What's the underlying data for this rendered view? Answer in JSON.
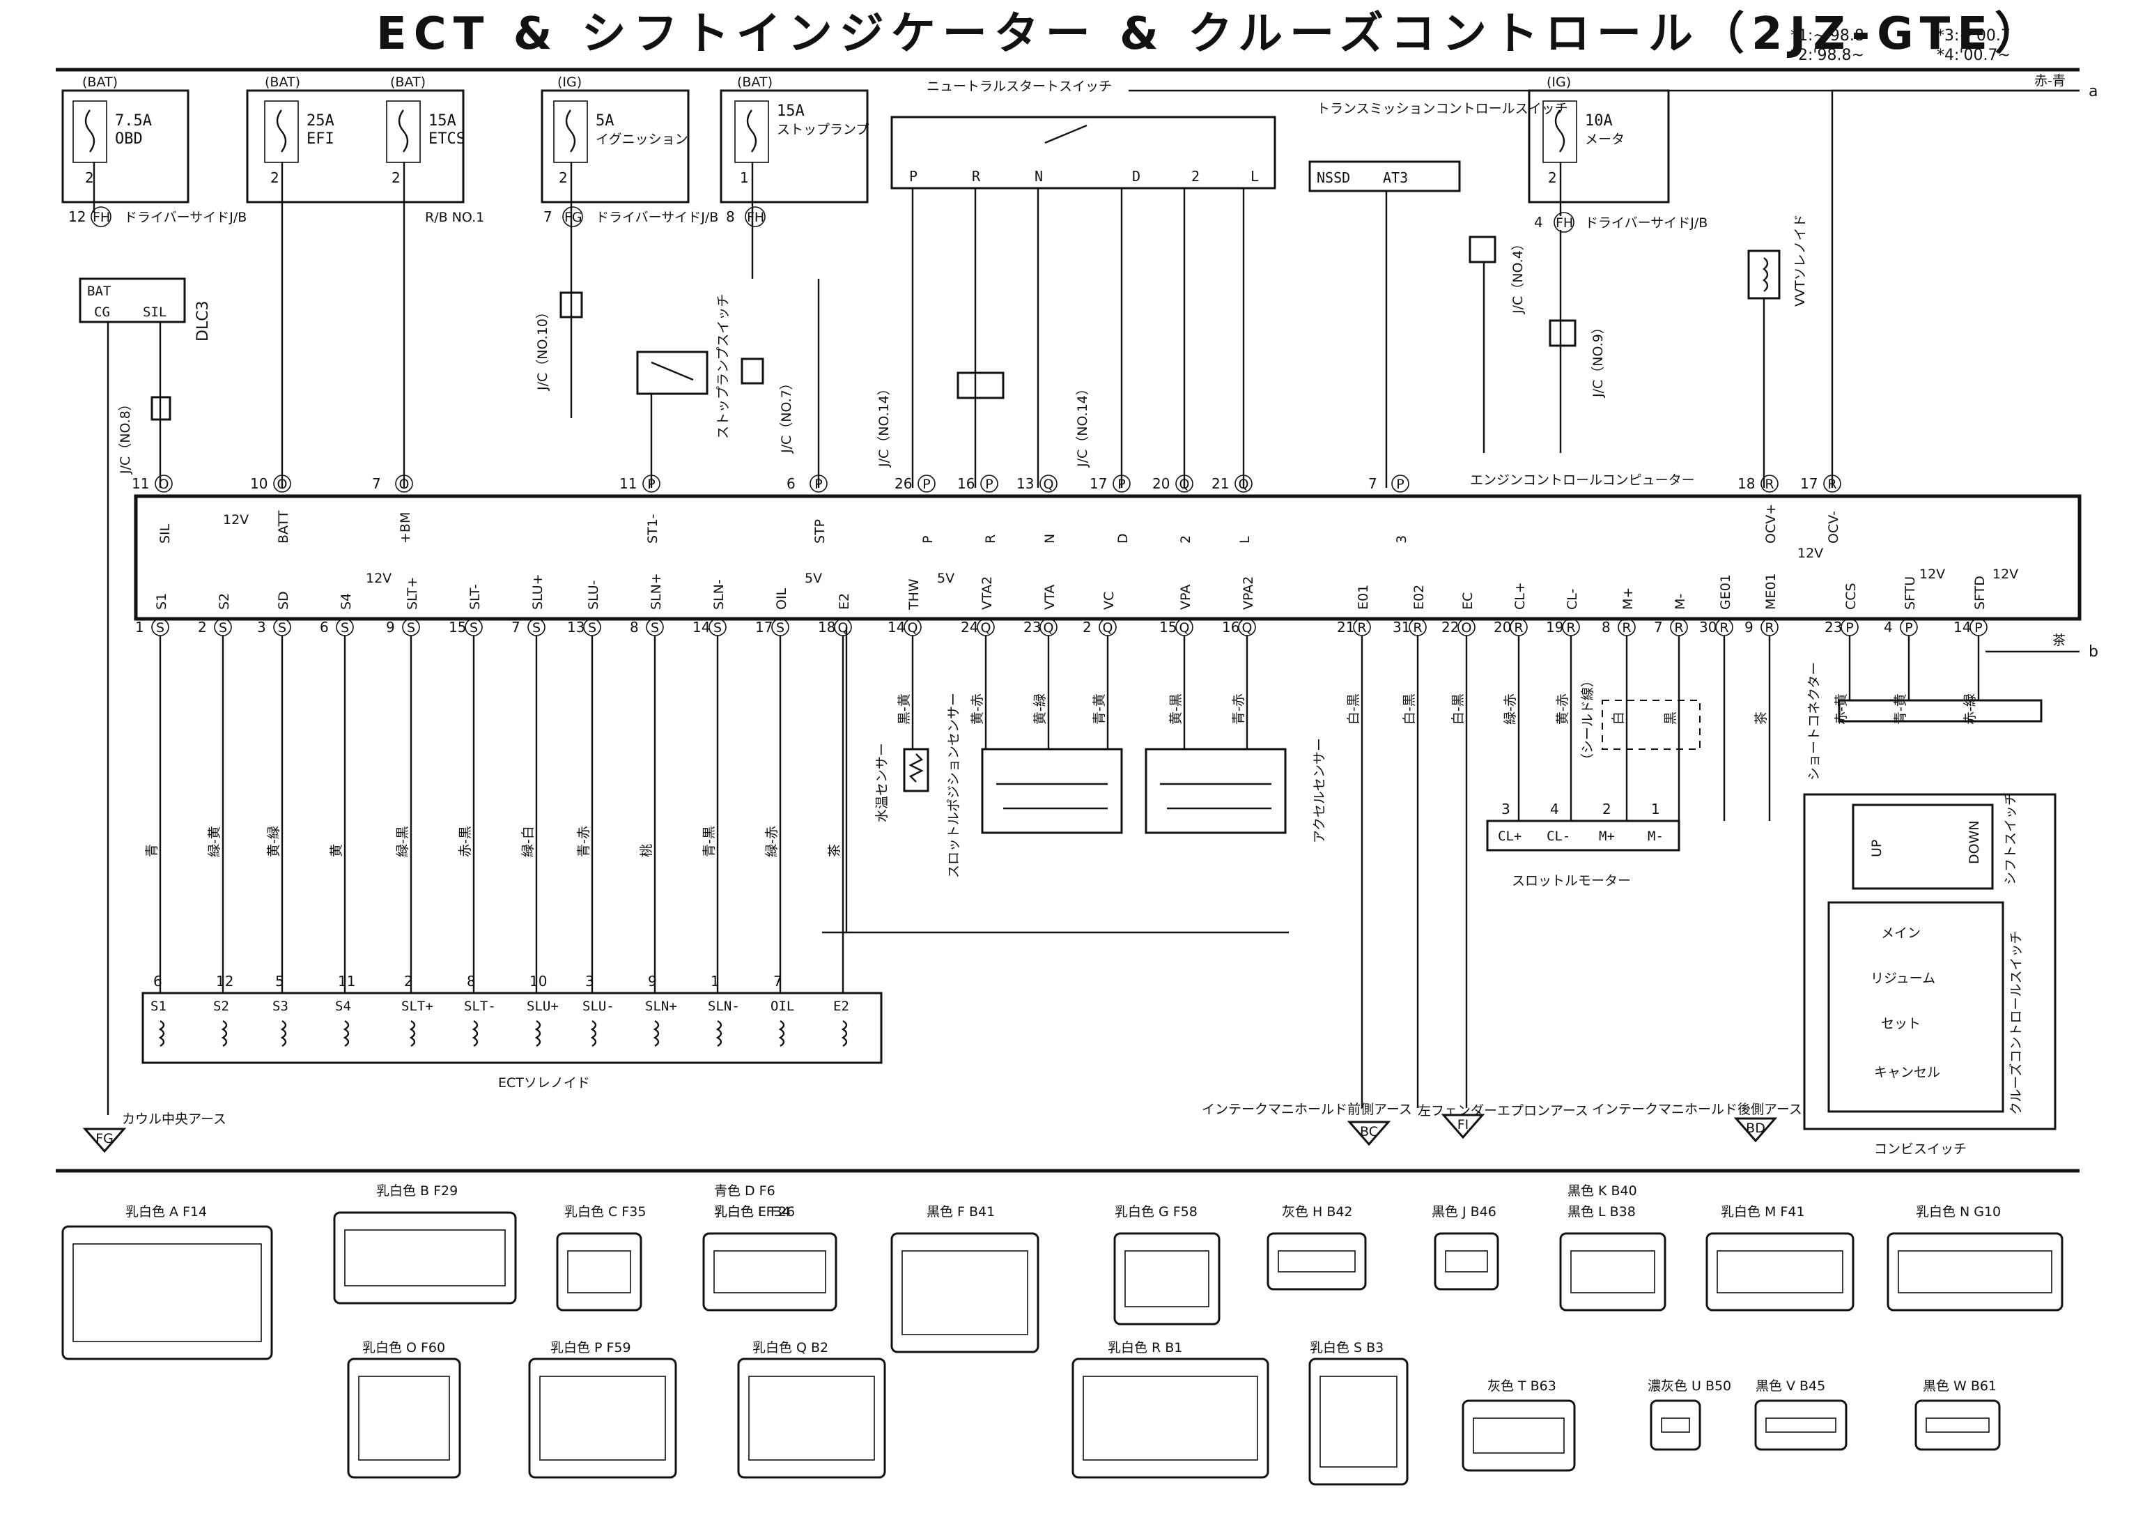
{
  "title": "ECT & シフトインジケーター & クルーズコントロール（2JZ-GTE）",
  "notes": [
    "*1:~'98.8",
    "*2:'98.8~",
    "*3:~'00.7",
    "*4:'00.7~"
  ],
  "offpage": {
    "a": "a",
    "b": "b",
    "a_wire": "赤-青",
    "b_wire": "茶"
  },
  "fuses": [
    {
      "source": "(BAT)",
      "rating": "7.5A",
      "name": "OBD",
      "pin": "2",
      "jpin": "12",
      "jconn": "FH"
    },
    {
      "source": "(BAT)",
      "rating": "25A",
      "name": "EFI",
      "pin": "2"
    },
    {
      "source": "(BAT)",
      "rating": "15A",
      "name": "ETCS",
      "pin": "2"
    },
    {
      "source": "(IG)",
      "rating": "5A",
      "name": "イグニッション",
      "pin": "2",
      "jpin": "7",
      "jconn": "FG"
    },
    {
      "source": "(BAT)",
      "rating": "15A",
      "name": "ストップランプ",
      "pin": "1",
      "jpin": "8",
      "jconn": "FH"
    },
    {
      "source": "(IG)",
      "rating": "10A",
      "name": "メータ",
      "pin": "2",
      "jpin": "4",
      "jconn": "FH"
    }
  ],
  "labels": {
    "driver_jb": "ドライバーサイドJ/B",
    "rb_no1": "R/B NO.1",
    "dlc3": "DLC3",
    "dlc3_pins": [
      "BAT",
      "CG",
      "SIL"
    ],
    "jc8": "J/C（NO.8）",
    "jc10": "J/C（NO.10）",
    "jc7": "J/C（NO.7）",
    "jc14a": "J/C（NO.14）",
    "jc14b": "J/C（NO.14）",
    "jc4": "J/C（NO.4）",
    "jc9": "J/C（NO.9）",
    "stoplamp_sw": "ストップランプスイッチ",
    "neutral_sw": "ニュートラルスタートスイッチ",
    "neutral_pins": [
      "P",
      "R",
      "N",
      "D",
      "2",
      "L"
    ],
    "trans_sw": "トランスミッションコントロールスイッチ",
    "trans_pins": [
      "NSSD",
      "AT3"
    ],
    "vvt": "VVTソレノイド",
    "ecu": "エンジンコントロールコンピューター",
    "ect_solenoid": "ECTソレノイド",
    "water_temp": "水温センサー",
    "throttle_pos": "スロットルポジションセンサー",
    "accel": "アクセルセンサー",
    "throttle_motor": "スロットルモーター",
    "short_conn": "ショートコネクター",
    "shift_sw": "シフトスイッチ",
    "up": "UP",
    "down": "DOWN",
    "cruise_sw": "クルーズコントロールスイッチ",
    "cruise_items": [
      "メイン",
      "リジューム",
      "セット",
      "キャンセル"
    ],
    "combi_sw": "コンビスイッチ",
    "shield": "（シールド線）",
    "v12": "12V",
    "v5": "5V"
  },
  "ecu_top_pins": [
    {
      "n": "11",
      "c": "O",
      "sig": "SIL"
    },
    {
      "n": "10",
      "c": "O",
      "sig": "BATT"
    },
    {
      "n": "7",
      "c": "O",
      "sig": "+BM"
    },
    {
      "n": "11",
      "c": "P",
      "sig": "ST1-"
    },
    {
      "n": "6",
      "c": "P",
      "sig": "STP"
    },
    {
      "n": "26",
      "c": "P",
      "sig": "P"
    },
    {
      "n": "16",
      "c": "P",
      "sig": "R"
    },
    {
      "n": "13",
      "c": "Q",
      "sig": "N"
    },
    {
      "n": "17",
      "c": "P",
      "sig": "D"
    },
    {
      "n": "20",
      "c": "Q",
      "sig": "2"
    },
    {
      "n": "21",
      "c": "Q",
      "sig": "L"
    },
    {
      "n": "7",
      "c": "P",
      "sig": "3"
    },
    {
      "n": "18",
      "c": "R",
      "sig": "OCV+"
    },
    {
      "n": "17",
      "c": "R",
      "sig": "OCV-"
    }
  ],
  "ecu_bottom_pins": [
    {
      "n": "1",
      "c": "S",
      "sig": "S1",
      "wire": "青"
    },
    {
      "n": "2",
      "c": "S",
      "sig": "S2",
      "wire": "緑-黄"
    },
    {
      "n": "3",
      "c": "S",
      "sig": "SD",
      "wire": "黄-緑"
    },
    {
      "n": "6",
      "c": "S",
      "sig": "S4",
      "wire": "黄"
    },
    {
      "n": "9",
      "c": "S",
      "sig": "SLT+",
      "wire": "緑-黒"
    },
    {
      "n": "15",
      "c": "S",
      "sig": "SLT-",
      "wire": "赤-黒"
    },
    {
      "n": "7",
      "c": "S",
      "sig": "SLU+",
      "wire": "緑-白"
    },
    {
      "n": "13",
      "c": "S",
      "sig": "SLU-",
      "wire": "青-赤"
    },
    {
      "n": "8",
      "c": "S",
      "sig": "SLN+",
      "wire": "桃"
    },
    {
      "n": "14",
      "c": "S",
      "sig": "SLN-",
      "wire": "青-黒"
    },
    {
      "n": "17",
      "c": "S",
      "sig": "OIL",
      "wire": "緑-赤"
    },
    {
      "n": "18",
      "c": "Q",
      "sig": "E2",
      "wire": "茶"
    },
    {
      "n": "14",
      "c": "Q",
      "sig": "THW",
      "wire": "黒-黄"
    },
    {
      "n": "24",
      "c": "Q",
      "sig": "VTA2",
      "wire": "黄-赤"
    },
    {
      "n": "23",
      "c": "Q",
      "sig": "VTA",
      "wire": "黄-緑"
    },
    {
      "n": "2",
      "c": "Q",
      "sig": "VC",
      "wire": "青-黄"
    },
    {
      "n": "15",
      "c": "Q",
      "sig": "VPA",
      "wire": "黄-黒"
    },
    {
      "n": "16",
      "c": "Q",
      "sig": "VPA2",
      "wire": "青-赤"
    },
    {
      "n": "21",
      "c": "R",
      "sig": "E01",
      "wire": "白-黒"
    },
    {
      "n": "31",
      "c": "R",
      "sig": "E02",
      "wire": "白-黒"
    },
    {
      "n": "22",
      "c": "O",
      "sig": "EC",
      "wire": "白-黒"
    },
    {
      "n": "20",
      "c": "R",
      "sig": "CL+",
      "wire": "緑-赤"
    },
    {
      "n": "19",
      "c": "R",
      "sig": "CL-",
      "wire": "黄-赤"
    },
    {
      "n": "8",
      "c": "R",
      "sig": "M+",
      "wire": "白"
    },
    {
      "n": "7",
      "c": "R",
      "sig": "M-",
      "wire": "黒"
    },
    {
      "n": "30",
      "c": "R",
      "sig": "GE01",
      "wire": ""
    },
    {
      "n": "9",
      "c": "R",
      "sig": "ME01",
      "wire": "茶"
    },
    {
      "n": "23",
      "c": "P",
      "sig": "CCS",
      "wire": "赤-黄"
    },
    {
      "n": "4",
      "c": "P",
      "sig": "SFTU",
      "wire": "青-黄"
    },
    {
      "n": "14",
      "c": "P",
      "sig": "SFTD",
      "wire": "赤-緑"
    }
  ],
  "solenoid_pins": [
    {
      "n": "6",
      "sig": "S1"
    },
    {
      "n": "12",
      "sig": "S2"
    },
    {
      "n": "5",
      "sig": "S3"
    },
    {
      "n": "11",
      "sig": "S4"
    },
    {
      "n": "2",
      "sig": "SLT+"
    },
    {
      "n": "8",
      "sig": "SLT-"
    },
    {
      "n": "10",
      "sig": "SLU+"
    },
    {
      "n": "3",
      "sig": "SLU-"
    },
    {
      "n": "9",
      "sig": "SLN+"
    },
    {
      "n": "1",
      "sig": "SLN-"
    },
    {
      "n": "7",
      "sig": "OIL"
    },
    {
      "n": "",
      "sig": "E2"
    }
  ],
  "motor_pins": [
    {
      "n": "3",
      "sig": "CL+"
    },
    {
      "n": "4",
      "sig": "CL-"
    },
    {
      "n": "2",
      "sig": "M+"
    },
    {
      "n": "1",
      "sig": "M-"
    }
  ],
  "grounds": [
    {
      "id": "FG",
      "text": "カウル中央アース"
    },
    {
      "id": "BC",
      "text": "インテークマニホールド前側アース"
    },
    {
      "id": "FI",
      "text": "左フェンダーエプロンアース"
    },
    {
      "id": "BD",
      "text": "インテークマニホールド後側アース"
    }
  ],
  "connectors": [
    {
      "color": "乳白色",
      "id": "A",
      "code": "F14"
    },
    {
      "color": "乳白色",
      "id": "B",
      "code": "F29"
    },
    {
      "color": "乳白色",
      "id": "C",
      "code": "F35"
    },
    {
      "color": "青色",
      "id": "D",
      "code": "F6"
    },
    {
      "color": "乳白色",
      "id": "E",
      "code": "F26"
    },
    {
      "color": "乳白色",
      "id": "I",
      "code": "F34"
    },
    {
      "color": "黒色",
      "id": "F",
      "code": "B41"
    },
    {
      "color": "乳白色",
      "id": "G",
      "code": "F58"
    },
    {
      "color": "灰色",
      "id": "H",
      "code": "B42"
    },
    {
      "color": "黒色",
      "id": "J",
      "code": "B46"
    },
    {
      "color": "黒色",
      "id": "K",
      "code": "B40"
    },
    {
      "color": "黒色",
      "id": "L",
      "code": "B38"
    },
    {
      "color": "乳白色",
      "id": "M",
      "code": "F41"
    },
    {
      "color": "乳白色",
      "id": "N",
      "code": "G10"
    },
    {
      "color": "乳白色",
      "id": "O",
      "code": "F60"
    },
    {
      "color": "乳白色",
      "id": "P",
      "code": "F59"
    },
    {
      "color": "乳白色",
      "id": "Q",
      "code": "B2"
    },
    {
      "color": "乳白色",
      "id": "R",
      "code": "B1"
    },
    {
      "color": "乳白色",
      "id": "S",
      "code": "B3"
    },
    {
      "color": "灰色",
      "id": "T",
      "code": "B63"
    },
    {
      "color": "濃灰色",
      "id": "U",
      "code": "B50"
    },
    {
      "color": "黒色",
      "id": "V",
      "code": "B45"
    },
    {
      "color": "黒色",
      "id": "W",
      "code": "B61"
    }
  ]
}
